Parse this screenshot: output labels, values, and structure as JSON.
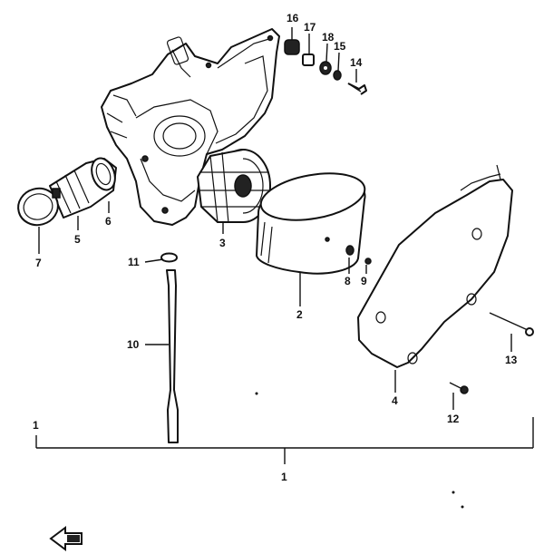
{
  "diagram": {
    "callouts": [
      {
        "id": "p16",
        "label": "16"
      },
      {
        "id": "p17",
        "label": "17"
      },
      {
        "id": "p18",
        "label": "18"
      },
      {
        "id": "p15",
        "label": "15"
      },
      {
        "id": "p14",
        "label": "14"
      },
      {
        "id": "p6",
        "label": "6"
      },
      {
        "id": "p5",
        "label": "5"
      },
      {
        "id": "p7",
        "label": "7"
      },
      {
        "id": "p3",
        "label": "3"
      },
      {
        "id": "p11",
        "label": "11"
      },
      {
        "id": "p8",
        "label": "8"
      },
      {
        "id": "p9",
        "label": "9"
      },
      {
        "id": "p2",
        "label": "2"
      },
      {
        "id": "p10",
        "label": "10"
      },
      {
        "id": "p13",
        "label": "13"
      },
      {
        "id": "p4",
        "label": "4"
      },
      {
        "id": "p12",
        "label": "12"
      },
      {
        "id": "p1a",
        "label": "1"
      },
      {
        "id": "p1b",
        "label": "1"
      }
    ],
    "parts": [
      "air-cleaner-case",
      "air-cleaner-element",
      "element-frame",
      "air-cleaner-cover",
      "inlet-hose",
      "hose-clamp",
      "rod",
      "bolt",
      "screw",
      "washer",
      "nut",
      "grommet",
      "clamp",
      "direction-arrow"
    ]
  }
}
